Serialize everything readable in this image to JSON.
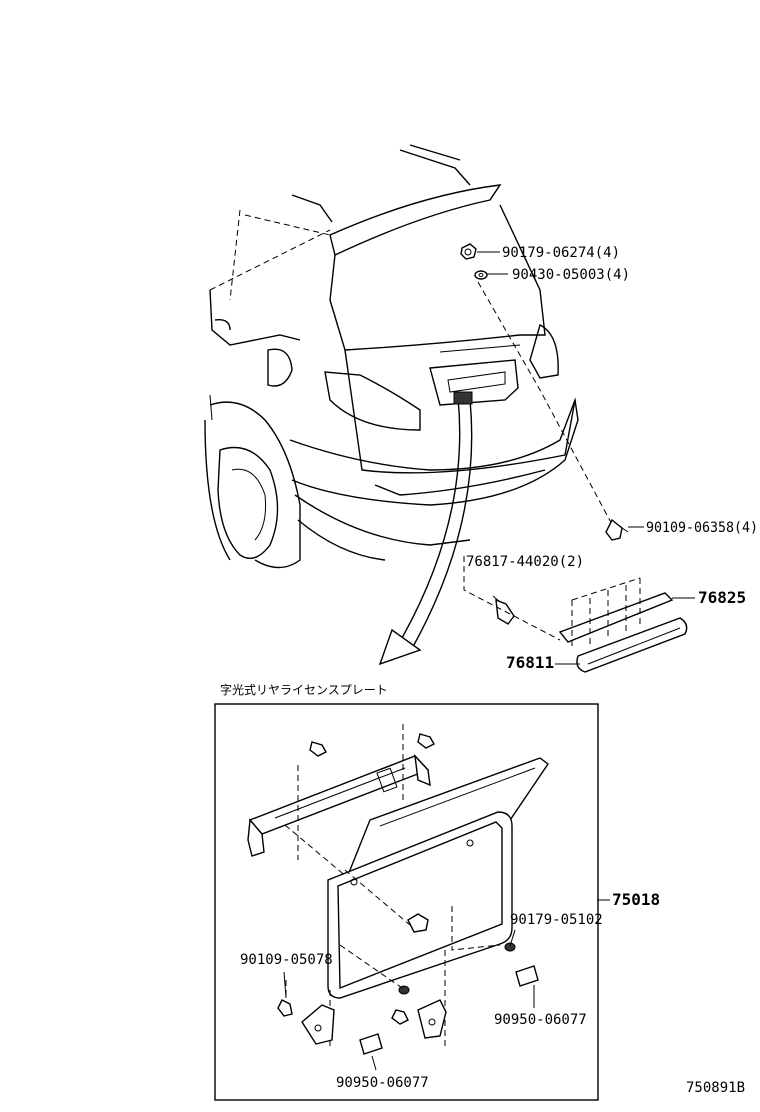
{
  "parts": {
    "p1": "90179-06274(4)",
    "p2": "90430-05003(4)",
    "p3": "90109-06358(4)",
    "p4": "76817-44020(2)",
    "p5": "76825",
    "p6": "76811",
    "p7": "75018",
    "p8": "90179-05102",
    "p9": "90109-05078",
    "p10": "90950-06077",
    "p11": "90950-06077"
  },
  "inset_title": "字光式リヤライセンスプレート",
  "diagram_code": "750891B"
}
